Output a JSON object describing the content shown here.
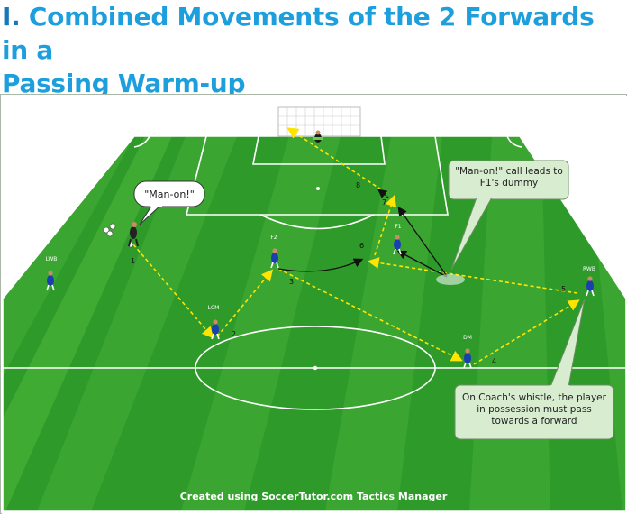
{
  "title": {
    "number": "I.",
    "line1": "Combined Movements of the 2 Forwards in a",
    "line2": "Passing Warm-up"
  },
  "colors": {
    "title_blue": "#1e9fdd",
    "grass_dark": "#2e9a2a",
    "grass_light": "#4fbb3c",
    "pass_line": "#ffe400",
    "player_blue": "#1a3fae"
  },
  "players": {
    "lwb": "LWB",
    "lcm": "LCM",
    "f2": "F2",
    "f1": "F1",
    "dm": "DM",
    "rwb": "RWB"
  },
  "pass_numbers": [
    "1",
    "2",
    "3",
    "4",
    "5",
    "6",
    "7",
    "8"
  ],
  "callouts": {
    "man_on": "\"Man-on!\"",
    "dummy": "\"Man-on!\" call leads to F1's dummy",
    "whistle": "On Coach's whistle, the player in possession must pass towards a forward"
  },
  "footer": "Created using SoccerTutor.com Tactics Manager"
}
